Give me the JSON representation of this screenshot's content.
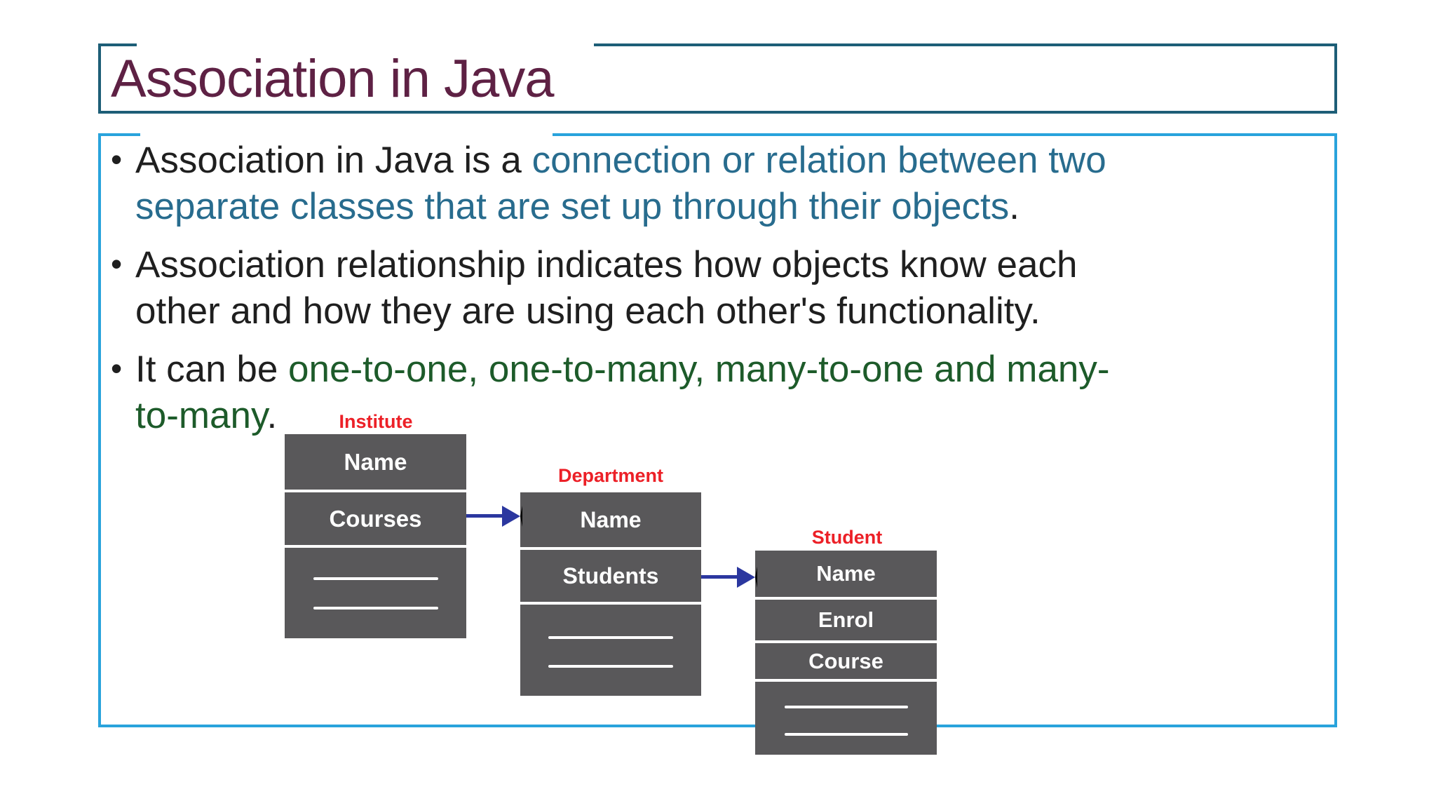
{
  "title": {
    "text": "Association in Java"
  },
  "list": {
    "bullet_marker": "•"
  },
  "bullets": [
    {
      "lines": [
        [
          {
            "text": "Association in Java is a ",
            "color": "body"
          },
          {
            "text": "connection or relation between two",
            "color": "blue"
          }
        ],
        [
          {
            "text": "separate classes that are set up through their objects",
            "color": "blue"
          },
          {
            "text": ".",
            "color": "body"
          }
        ]
      ]
    },
    {
      "lines": [
        [
          {
            "text": "Association relationship indicates how objects know each",
            "color": "body"
          }
        ],
        [
          {
            "text": "other and how they are using each other's functionality.",
            "color": "body"
          }
        ]
      ]
    },
    {
      "lines": [
        [
          {
            "text": "It can be ",
            "color": "body"
          },
          {
            "text": "one-to-one, one-to-many, many-to-one and many-",
            "color": "green"
          }
        ],
        [
          {
            "text": "to-many",
            "color": "green"
          },
          {
            "text": ".",
            "color": "body"
          }
        ]
      ]
    }
  ],
  "diagram": {
    "classes": [
      {
        "name": "Institute",
        "fields": [
          "Name",
          "Courses"
        ]
      },
      {
        "name": "Department",
        "fields": [
          "Name",
          "Students"
        ]
      },
      {
        "name": "Student",
        "fields": [
          "Name",
          "Enrol",
          "Course"
        ]
      }
    ],
    "arrows": [
      {
        "from": "Institute",
        "to": "Department"
      },
      {
        "from": "Department",
        "to": "Student"
      }
    ]
  },
  "colors": {
    "title_text": "#5E2144",
    "title_border": "#1D5E77",
    "content_border": "#29A3DC",
    "body_text": "#1F1F1F",
    "highlight_blue": "#286C8E",
    "highlight_green": "#1D5B2A",
    "label_red": "#EC2027",
    "box_gray": "#59585A",
    "arrow_blue": "#2B379F"
  }
}
